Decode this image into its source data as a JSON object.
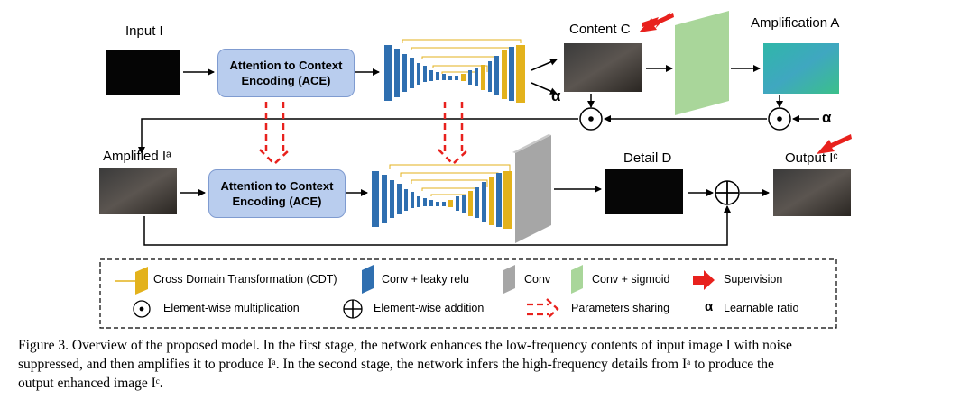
{
  "labels": {
    "input": "Input I",
    "content": "Content C",
    "amplification": "Amplification A",
    "amplified": "Amplified Iᵃ",
    "detail": "Detail D",
    "output": "Output Iᶜ",
    "alpha": "α"
  },
  "ace": {
    "line1": "Attention to Context",
    "line2": "Encoding (ACE)"
  },
  "legend": {
    "cdt": "Cross Domain Transformation (CDT)",
    "conv_leaky": "Conv + leaky relu",
    "conv": "Conv",
    "conv_sigmoid": "Conv + sigmoid",
    "supervision": "Supervision",
    "mult": "Element-wise multiplication",
    "add": "Element-wise addition",
    "sharing": "Parameters sharing",
    "learnable": "Learnable ratio"
  },
  "caption": {
    "line1": "Figure 3. Overview of the proposed model. In the first stage, the network enhances the low-frequency contents of input image I with noise",
    "line2": "suppressed, and then amplifies it to produce Iᵃ. In the second stage, the network infers the high-frequency details from Iᵃ to produce the",
    "line3": "output enhanced image Iᶜ."
  },
  "colors": {
    "ace_fill": "#b9cdee",
    "conv_leaky": "#2f6fb0",
    "cdt": "#e3b21c",
    "conv": "#a6a6a6",
    "conv_sigmoid": "#a9d69a",
    "supervision": "#e8211d",
    "sharing": "#e8211d"
  }
}
